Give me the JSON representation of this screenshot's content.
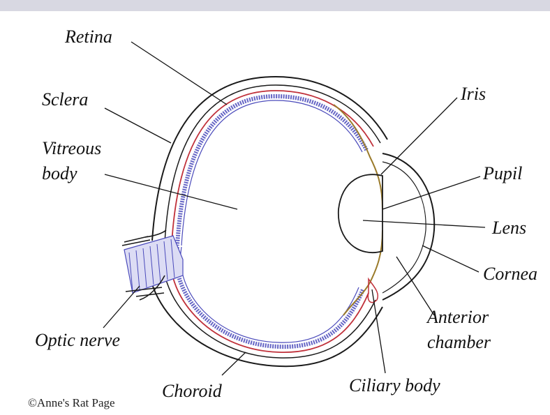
{
  "diagram": {
    "labels": {
      "retina": "Retina",
      "sclera": "Sclera",
      "vitreous_line1": "Vitreous",
      "vitreous_line2": "body",
      "optic_nerve": "Optic nerve",
      "choroid": "Choroid",
      "iris": "Iris",
      "pupil": "Pupil",
      "lens": "Lens",
      "cornea": "Cornea",
      "anterior_line1": "Anterior",
      "anterior_line2": "chamber",
      "ciliary_body": "Ciliary body"
    },
    "copyright": "©Anne's Rat Page"
  },
  "colors": {
    "outline": "#1a1a1a",
    "choroid": "#c0303a",
    "retina": "#4a4abb",
    "iris": "#9a7a2a",
    "header_band": "#d8d8e2"
  }
}
